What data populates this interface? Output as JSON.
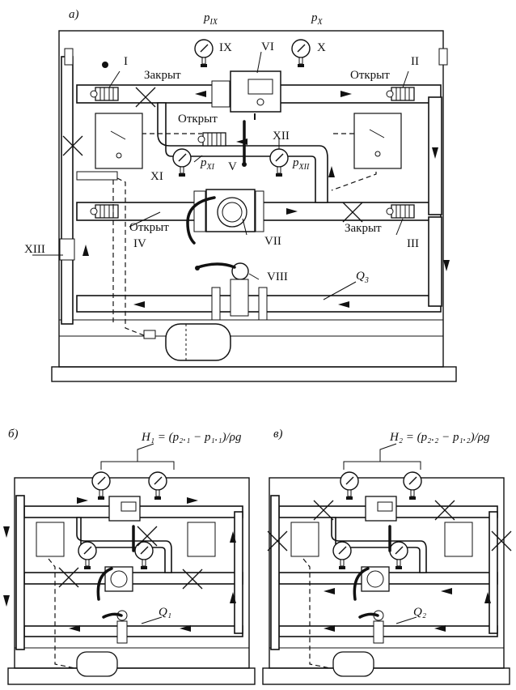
{
  "panels": {
    "a": {
      "letter": "а)"
    },
    "b": {
      "letter": "б)",
      "formula": "H₁ = (p₂.₁ − p₁.₁)/ρg",
      "flow": "Q₁"
    },
    "c": {
      "letter": "в)",
      "formula": "H₂ = (p₂.₂ − p₁.₂)/ρg",
      "flow": "Q₂"
    }
  },
  "labels": {
    "I": "I",
    "II": "II",
    "III": "III",
    "IV": "IV",
    "V": "V",
    "VI": "VI",
    "VII": "VII",
    "VIII": "VIII",
    "IX": "IX",
    "X": "X",
    "XI": "XI",
    "XII": "XII",
    "XIII": "XIII"
  },
  "pressure": {
    "p": "p",
    "IX": "IX",
    "X": "X",
    "XI": "XI",
    "XII": "XII"
  },
  "flow_a": {
    "q": "Q",
    "sub": "3"
  },
  "states": {
    "I": "Закрыт",
    "II": "Открыт",
    "III": "Закрыт",
    "IV": "Открыт",
    "V": "Открыт"
  }
}
